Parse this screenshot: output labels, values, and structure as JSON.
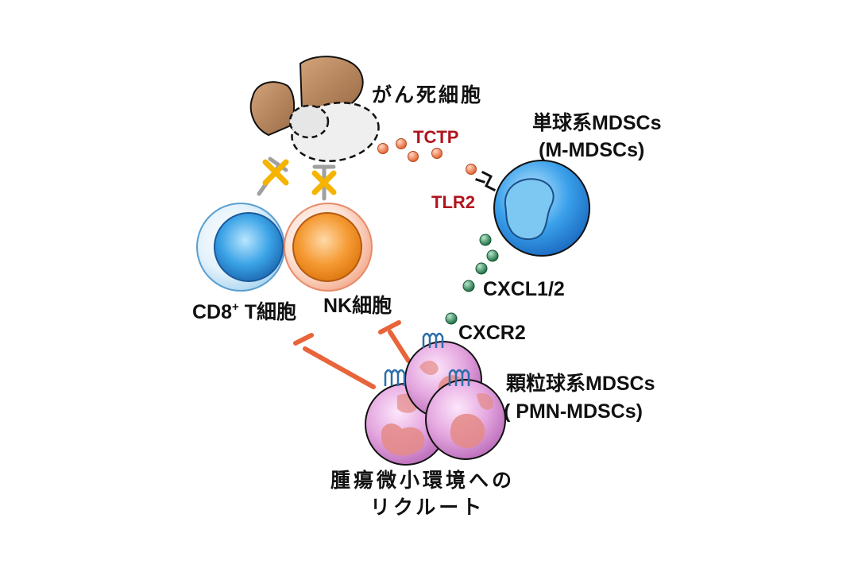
{
  "labels": {
    "dying_cell": "がん死細胞",
    "tctp": "TCTP",
    "tlr2": "TLR2",
    "m_mdsc_1": "単球系MDSCs",
    "m_mdsc_2": "(M-MDSCs)",
    "cxcl": "CXCL1/2",
    "cd8_main": "CD8",
    "cd8_sup": "+",
    "cd8_tail": " T細胞",
    "nk_cell": "NK細胞",
    "cxcr2": "CXCR2",
    "pmn_1": "顆粒球系MDSCs",
    "pmn_2": "( PMN-MDSCs)",
    "recruit_1": "腫瘍微小環境への",
    "recruit_2": "リクルート"
  },
  "colors": {
    "tctp_dot": "#f07a55",
    "cxcl_dot": "#2e8a58",
    "inhibit_arrow": "#e8643a",
    "block_x": "#f4b400",
    "monocyte": "#3e9be6",
    "t_cell": "#3a9ee0",
    "nk_cell": "#f39a3c",
    "pmn": "#d98bd2",
    "receptor": "#2a6ea8",
    "dying_cell": "#b7845e",
    "label_red": "#b0141e"
  },
  "icons": [
    "tctp-molecule-icon",
    "cxcl-molecule-icon",
    "tlr2-receptor-icon",
    "cxcr2-receptor-icon",
    "block-x-icon",
    "inhibition-arrow-icon"
  ]
}
